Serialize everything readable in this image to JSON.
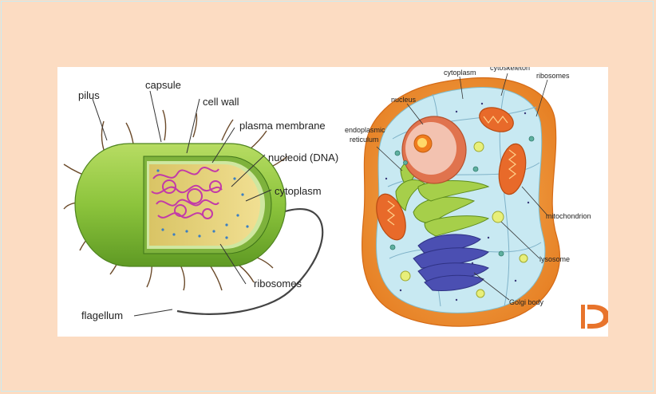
{
  "bacterial_cell": {
    "labels": {
      "pilus": "pilus",
      "capsule": "capsule",
      "cell_wall": "cell wall",
      "plasma_membrane": "plasma membrane",
      "nucleoid": "nucleoid (DNA)",
      "cytoplasm": "cytoplasm",
      "ribosomes": "ribosomes",
      "flagellum": "flagellum"
    }
  },
  "animal_cell": {
    "labels": {
      "cytoplasm": "cytoplasm",
      "cytoskeleton": "cytoskeleton",
      "ribosomes": "ribosomes",
      "nucleus": "nucleus",
      "endoplasmic_reticulum_line1": "endoplasmic",
      "endoplasmic_reticulum_line2": "reticulum",
      "mitochondrion": "mitochondrion",
      "lysosome": "lysosome",
      "golgi_body": "Golgi body"
    }
  },
  "colors": {
    "background": "#fcdcc2",
    "capsule_green": "#8cc43c",
    "cytoplasm_yellow": "#e7d27a",
    "dna_magenta": "#c23aa8",
    "cell_orange": "#f29a36",
    "cell_cytoplasm": "#c8e9f2",
    "golgi_purple": "#4b4fb2",
    "mitochondrion_orange": "#e86a2a",
    "logo_orange": "#e8742c"
  }
}
